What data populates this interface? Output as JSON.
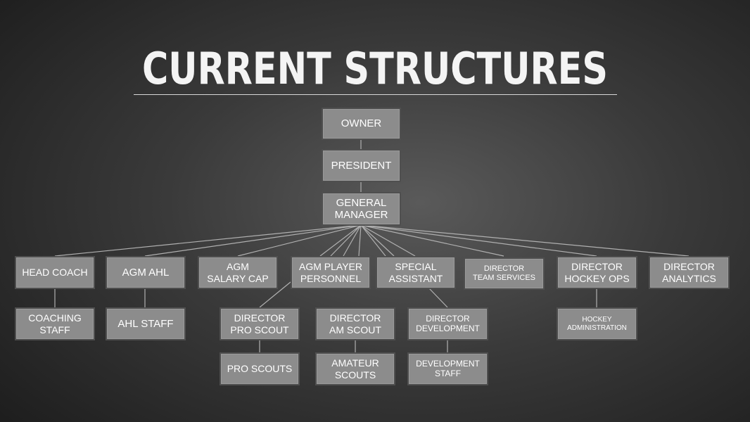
{
  "title": "CURRENT STRUCTURES",
  "nodes": {
    "owner": "OWNER",
    "president": "PRESIDENT",
    "gm": "GENERAL\nMANAGER",
    "head_coach": "HEAD COACH",
    "agm_ahl": "AGM AHL",
    "agm_salary_cap": "AGM\nSALARY CAP",
    "agm_player_personnel": "AGM PLAYER\nPERSONNEL",
    "special_assistant": "SPECIAL\nASSISTANT",
    "director_team_services": "DIRECTOR\nTEAM SERVICES",
    "director_hockey_ops": "DIRECTOR\nHOCKEY OPS",
    "director_analytics": "DIRECTOR\nANALYTICS",
    "coaching_staff": "COACHING\nSTAFF",
    "ahl_staff": "AHL STAFF",
    "director_pro_scout": "DIRECTOR\nPRO SCOUT",
    "director_am_scout": "DIRECTOR\nAM SCOUT",
    "director_development": "DIRECTOR\nDEVELOPMENT",
    "hockey_administration": "HOCKEY\nADMINISTRATION",
    "pro_scouts": "PRO SCOUTS",
    "amateur_scouts": "AMATEUR\nSCOUTS",
    "development_staff": "DEVELOPMENT\nSTAFF"
  },
  "colors": {
    "box_fill": "#8c8c8c",
    "box_border": "#4f4f4f",
    "line": "#b0b0b0",
    "text": "#ffffff"
  }
}
